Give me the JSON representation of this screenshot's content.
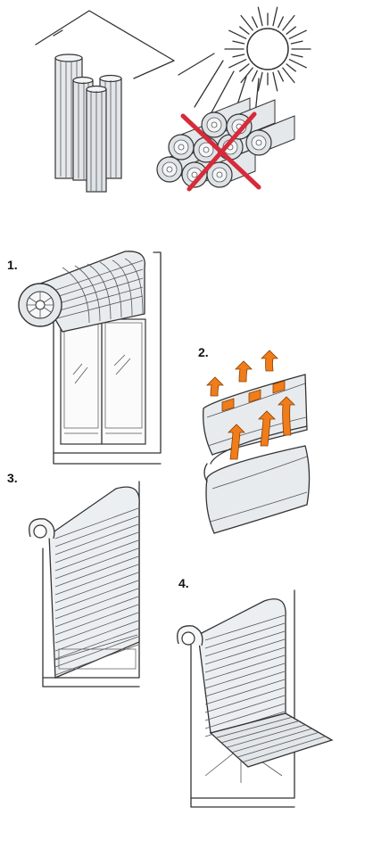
{
  "steps": [
    {
      "number": "1."
    },
    {
      "number": "2."
    },
    {
      "number": "3."
    },
    {
      "number": "4."
    }
  ],
  "colors": {
    "line": "#333333",
    "fill_light": "#eef0f2",
    "fill_mid": "#d8dde2",
    "cross": "#d62b3a",
    "arrow": "#f07d1a",
    "arrow_stroke": "#8a3e00"
  },
  "icons": {
    "sun": "sun-icon",
    "no_sun": "no-sun-storage-cross-icon",
    "air_flow": "ventilation-arrow-icon"
  }
}
